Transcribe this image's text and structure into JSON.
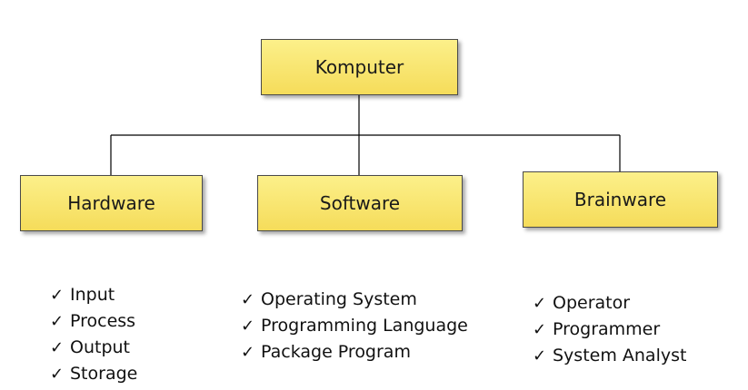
{
  "root": {
    "label": "Komputer"
  },
  "categories": [
    {
      "label": "Hardware",
      "items": [
        "Input",
        "Process",
        "Output",
        "Storage"
      ]
    },
    {
      "label": "Software",
      "items": [
        "Operating System",
        "Programming Language",
        "Package Program"
      ]
    },
    {
      "label": "Brainware",
      "items": [
        "Operator",
        "Programmer",
        "System Analyst"
      ]
    }
  ],
  "list_marker": "✓",
  "colors": {
    "box_fill_top": "#fcf08a",
    "box_fill_bottom": "#f5dc5a",
    "box_border": "#4a4a4a",
    "connector": "#000000"
  }
}
